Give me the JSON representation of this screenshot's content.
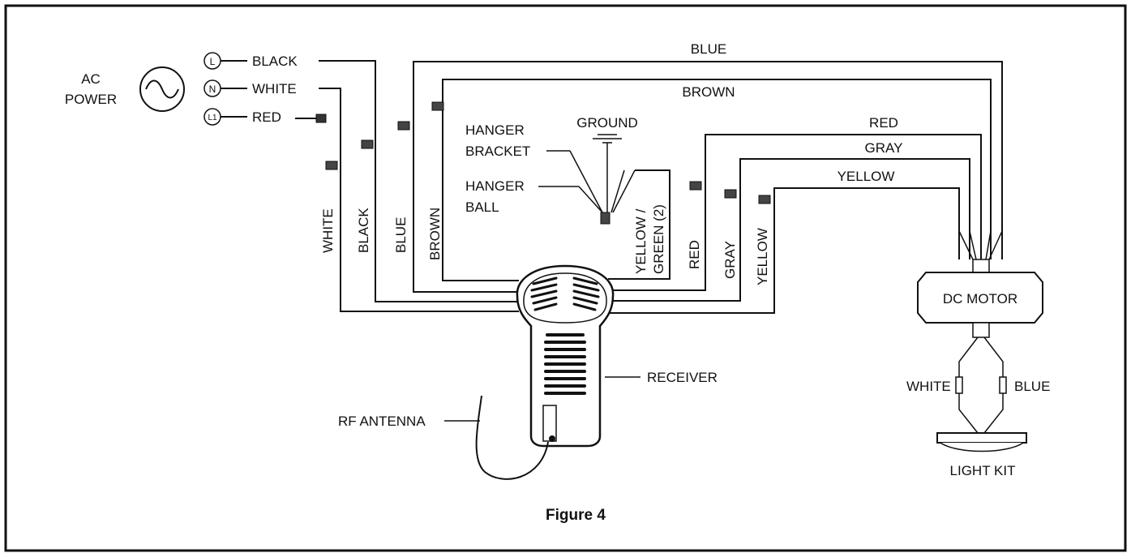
{
  "figure_caption": "Figure 4",
  "power": {
    "label_line1": "AC",
    "label_line2": "POWER",
    "terminal_L": "L",
    "terminal_N": "N",
    "terminal_L1": "L1",
    "wire_black": "BLACK",
    "wire_white": "WHITE",
    "wire_red": "RED"
  },
  "receiver_vertical_labels": {
    "white": "WHITE",
    "black": "BLACK",
    "blue": "BLUE",
    "brown": "BROWN",
    "yellow_green_line1": "YELLOW /",
    "yellow_green_line2": "GREEN (2)",
    "red": "RED",
    "gray": "GRAY",
    "yellow": "YELLOW"
  },
  "motor_wires": {
    "blue": "BLUE",
    "brown": "BROWN",
    "red": "RED",
    "gray": "GRAY",
    "yellow": "YELLOW"
  },
  "hanger": {
    "ground": "GROUND",
    "bracket_line1": "HANGER",
    "bracket_line2": "BRACKET",
    "ball_line1": "HANGER",
    "ball_line2": "BALL"
  },
  "receiver_label": "RECEIVER",
  "antenna_label": "RF ANTENNA",
  "motor_label": "DC MOTOR",
  "light_kit": {
    "white": "WHITE",
    "blue": "BLUE",
    "label": "LIGHT KIT"
  }
}
